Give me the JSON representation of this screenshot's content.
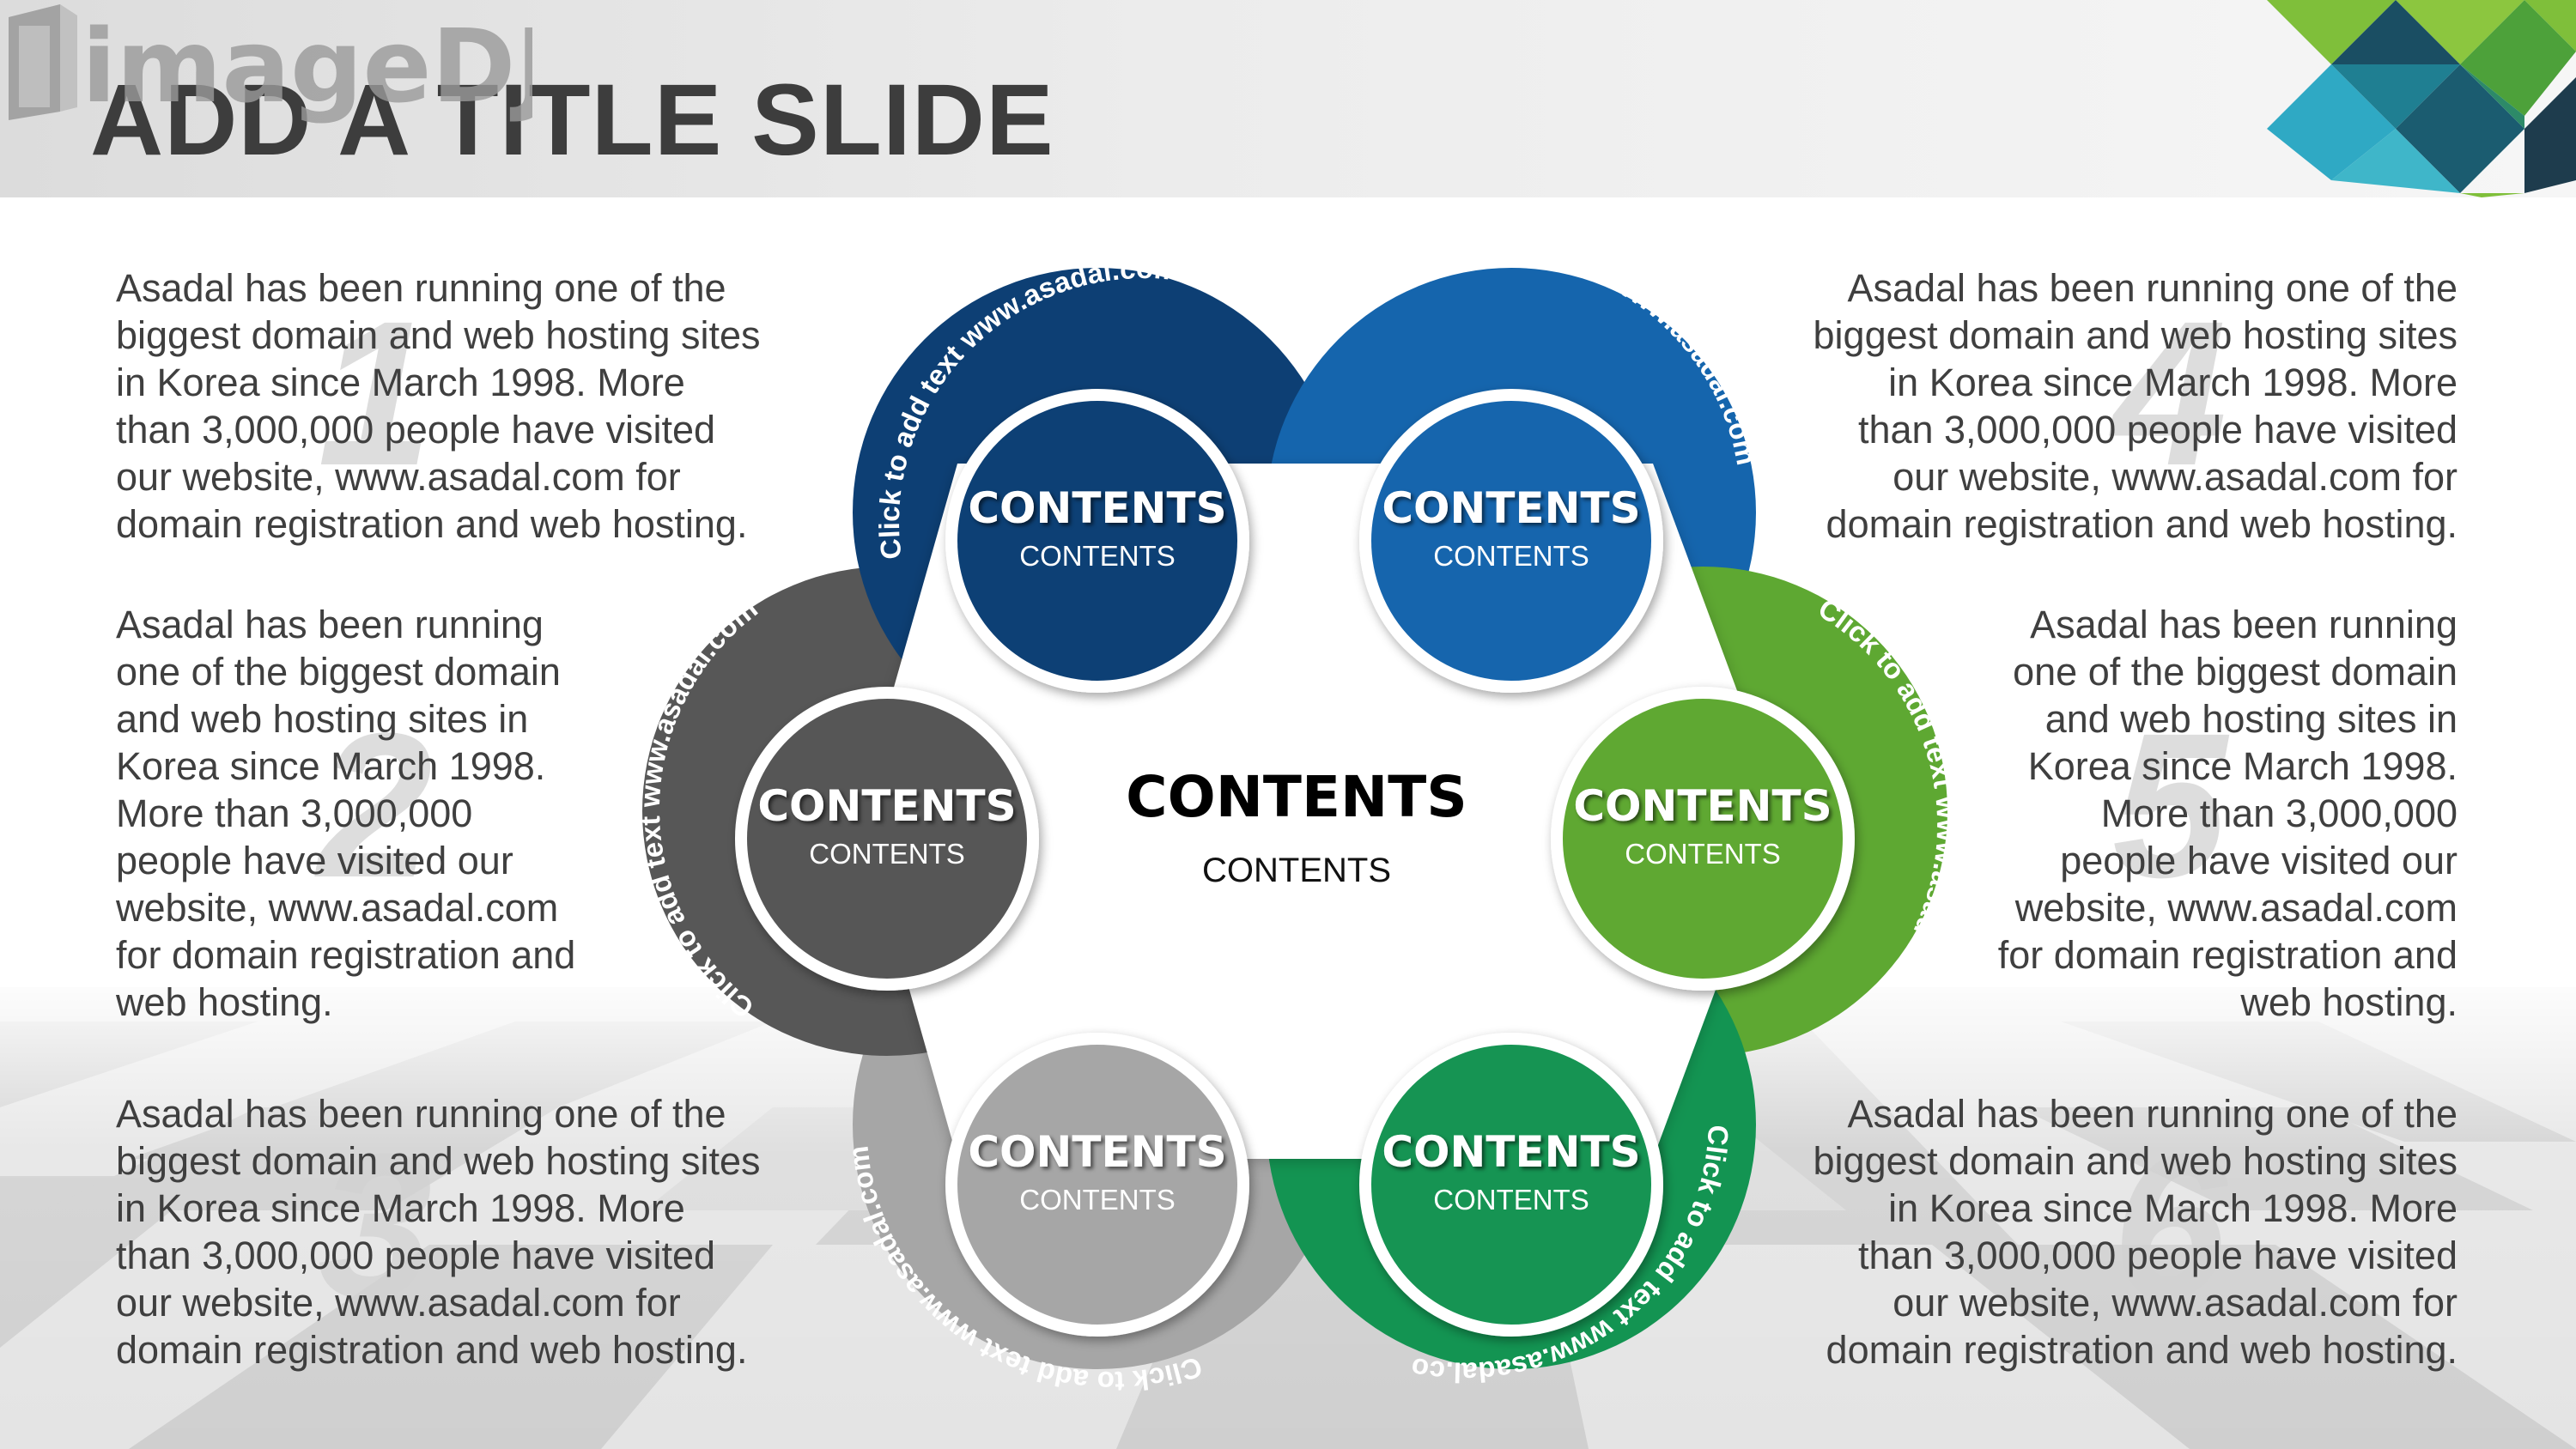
{
  "slide": {
    "title": "ADD A TITLE SLIDE"
  },
  "colors": {
    "navy": "#0d3f74",
    "blue": "#1565ad",
    "dark_gray": "#575757",
    "green": "#5ea832",
    "light_gray": "#a6a6a6",
    "emerald": "#139452",
    "title_text": "#3d3d3d",
    "body_text": "#3f3f3f"
  },
  "center": {
    "title": "CONTENTS",
    "subtitle": "CONTENTS",
    "watermark": "imageDJ"
  },
  "nodes": [
    {
      "title": "CONTENTS",
      "subtitle": "CONTENTS",
      "arc_text": "Click to add text www.asadal.com"
    },
    {
      "title": "CONTENTS",
      "subtitle": "CONTENTS",
      "arc_text": "Click to add text www.asadal.com"
    },
    {
      "title": "CONTENTS",
      "subtitle": "CONTENTS",
      "arc_text": "Click to add text www.asadal.com"
    },
    {
      "title": "CONTENTS",
      "subtitle": "CONTENTS",
      "arc_text": "Click to add text www.asadal.com"
    },
    {
      "title": "CONTENTS",
      "subtitle": "CONTENTS",
      "arc_text": "Click to add text www.asadal.com"
    },
    {
      "title": "CONTENTS",
      "subtitle": "CONTENTS",
      "arc_text": "Click to add text www.asadal.com"
    }
  ],
  "numbers": [
    "1",
    "2",
    "3",
    "4",
    "5",
    "6"
  ],
  "paragraphs": {
    "p1": [
      "Asadal has been running one of the",
      "biggest domain and web hosting sites",
      "in Korea since March 1998. More",
      "than 3,000,000 people have visited",
      "our website, www.asadal.com for",
      "domain registration and web hosting."
    ],
    "p2": [
      "Asadal has been running",
      "one of the biggest domain",
      "and web hosting sites in",
      "Korea since March 1998.",
      "More than 3,000,000",
      "people have visited our",
      "website, www.asadal.com",
      "for domain registration and",
      "web hosting."
    ],
    "p3": [
      "Asadal has been running one of the",
      "biggest domain and web hosting sites",
      "in Korea since March 1998. More",
      "than 3,000,000 people have visited",
      "our website, www.asadal.com for",
      "domain registration and web hosting."
    ],
    "p4": [
      "Asadal has been running one of the",
      "biggest domain and web hosting sites",
      "in Korea since March 1998. More",
      "than 3,000,000 people have visited",
      "our website, www.asadal.com for",
      "domain registration and web hosting."
    ],
    "p5": [
      "Asadal has been running",
      "one of the biggest domain",
      "and web hosting sites in",
      "Korea since March 1998.",
      "More than 3,000,000",
      "people have visited our",
      "website, www.asadal.com",
      "for domain registration and",
      "web hosting."
    ],
    "p6": [
      "Asadal has been running one of the",
      "biggest domain and web hosting sites",
      "in Korea since March 1998. More",
      "than 3,000,000 people have visited",
      "our website, www.asadal.com for",
      "domain registration and web hosting."
    ]
  }
}
